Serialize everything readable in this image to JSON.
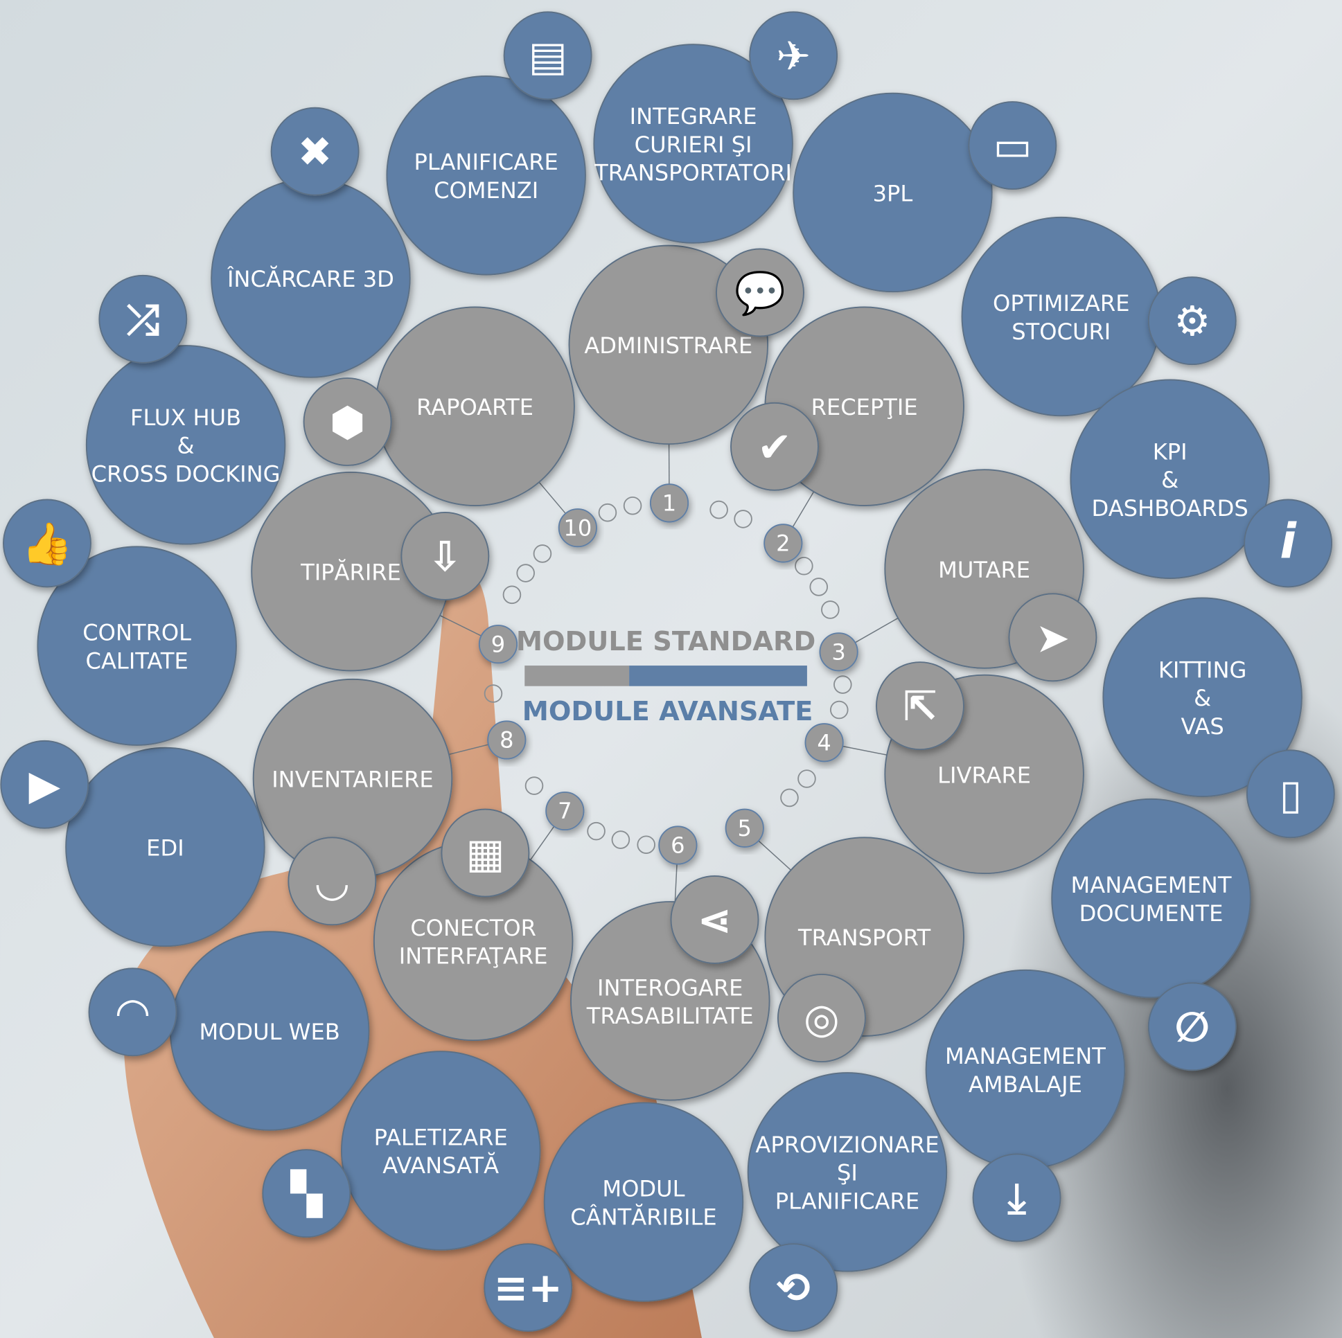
{
  "center": {
    "standard_label": "MODULE STANDARD",
    "advanced_label": "MODULE AVANSATE",
    "standard_share": 0.37
  },
  "colors": {
    "standard": "#999999",
    "advanced": "#5f7fa6",
    "standard_text": "#8f8f8f",
    "advanced_text": "#5a7ea8"
  },
  "numbers": [
    "1",
    "2",
    "3",
    "4",
    "5",
    "6",
    "7",
    "8",
    "9",
    "10"
  ],
  "standard_modules": [
    {
      "lines": [
        "ADMINISTRARE"
      ],
      "icon": "chat-icon"
    },
    {
      "lines": [
        "RECEPŢIE"
      ],
      "icon": "check-icon"
    },
    {
      "lines": [
        "MUTARE"
      ],
      "icon": "navigation-icon"
    },
    {
      "lines": [
        "LIVRARE"
      ],
      "icon": "share-out-icon"
    },
    {
      "lines": [
        "TRANSPORT"
      ],
      "icon": "life-ring-icon"
    },
    {
      "lines": [
        "INTEROGARE",
        "TRASABILITATE"
      ],
      "icon": "share-icon"
    },
    {
      "lines": [
        "CONECTOR",
        "INTERFAŢARE"
      ],
      "icon": "calendar-icon"
    },
    {
      "lines": [
        "INVENTARIERE"
      ],
      "icon": "shopping-bag-icon"
    },
    {
      "lines": [
        "TIPĂRIRE"
      ],
      "icon": "inbox-download-icon"
    },
    {
      "lines": [
        "RAPOARTE"
      ],
      "icon": "tag-icon"
    }
  ],
  "advanced_modules": [
    {
      "lines": [
        "PLANIFICARE",
        "COMENZI"
      ],
      "icon": "document-icon"
    },
    {
      "lines": [
        "INTEGRARE",
        "CURIERI ŞI",
        "TRANSPORTATORI"
      ],
      "icon": "airplane-icon"
    },
    {
      "lines": [
        "3PL"
      ],
      "icon": "archive-icon"
    },
    {
      "lines": [
        "OPTIMIZARE",
        "STOCURI"
      ],
      "icon": "gear-icon"
    },
    {
      "lines": [
        "KPI",
        "&",
        "DASHBOARDS"
      ],
      "icon": "info-icon"
    },
    {
      "lines": [
        "KITTING",
        "&",
        "VAS"
      ],
      "icon": "mobile-phone-icon"
    },
    {
      "lines": [
        "MANAGEMENT",
        "DOCUMENTE"
      ],
      "icon": "paperclip-icon"
    },
    {
      "lines": [
        "MANAGEMENT",
        "AMBALAJE"
      ],
      "icon": "download-icon"
    },
    {
      "lines": [
        "APROVIZIONARE",
        "ŞI",
        "PLANIFICARE"
      ],
      "icon": "repeat-icon"
    },
    {
      "lines": [
        "MODUL",
        "CÂNTĂRIBILE"
      ],
      "icon": "list-add-icon"
    },
    {
      "lines": [
        "PALETIZARE",
        "AVANSATĂ"
      ],
      "icon": "grid-icon"
    },
    {
      "lines": [
        "MODUL WEB"
      ],
      "icon": "wifi-icon"
    },
    {
      "lines": [
        "EDI"
      ],
      "icon": "video-icon"
    },
    {
      "lines": [
        "CONTROL",
        "CALITATE"
      ],
      "icon": "thumbs-up-icon"
    },
    {
      "lines": [
        "FLUX HUB",
        "&",
        "CROSS DOCKING"
      ],
      "icon": "shuffle-icon"
    },
    {
      "lines": [
        "ÎNCĂRCARE 3D"
      ],
      "icon": "close-icon"
    }
  ]
}
